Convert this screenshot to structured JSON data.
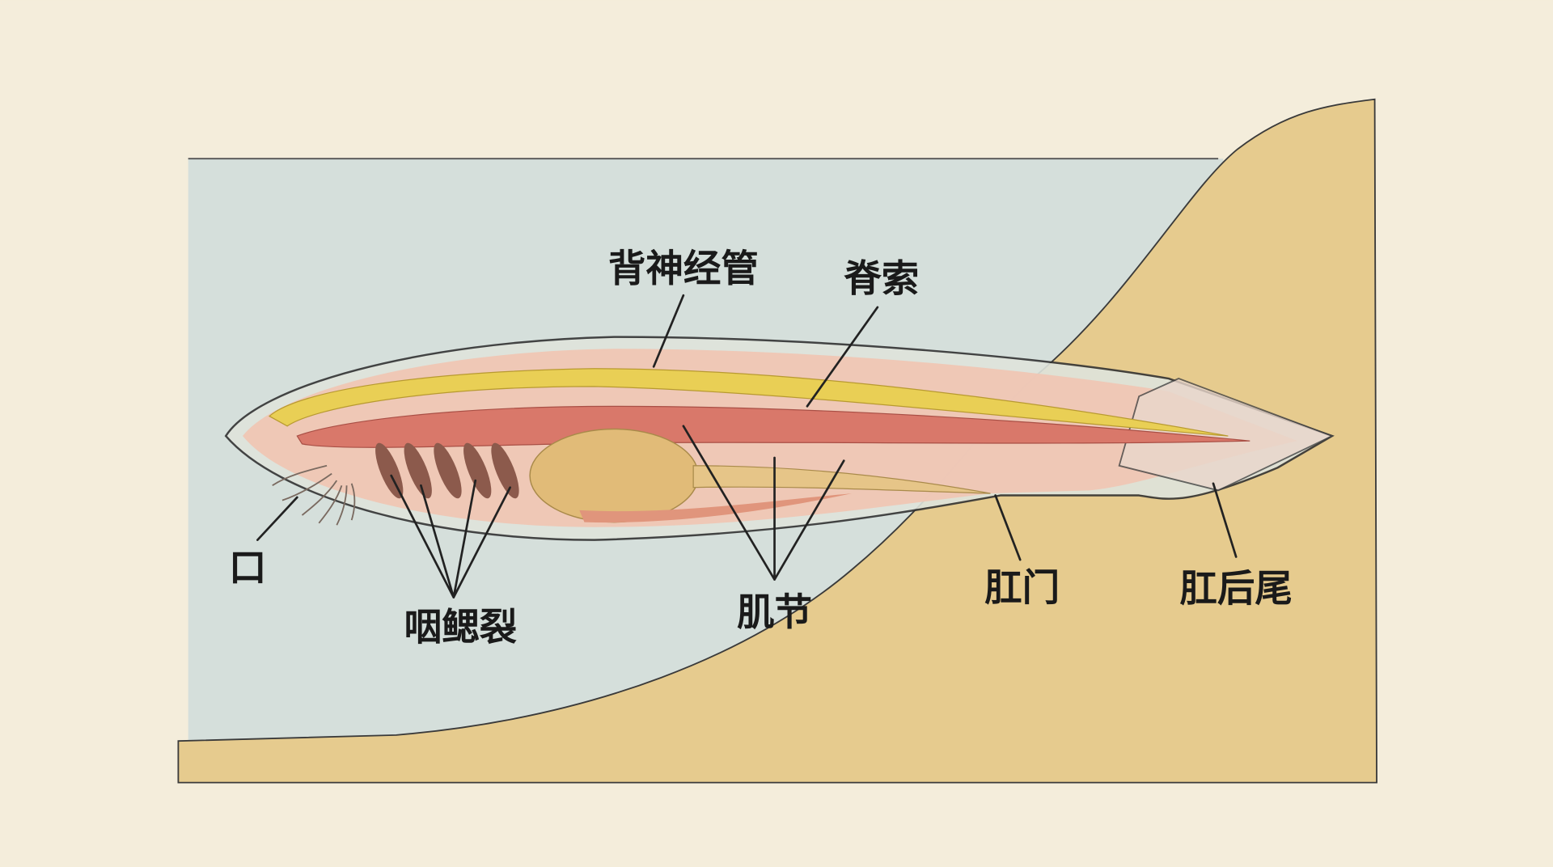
{
  "title": "文昌鱼结构示意图",
  "labels": {
    "nerve_cord": "背神经管",
    "notochord": "脊索",
    "mouth": "口",
    "gill_slits": "咽鳃裂",
    "myomeres": "肌节",
    "anus": "肛门",
    "post_anal_tail": "肛后尾"
  },
  "colors": {
    "paper": "#f4eddb",
    "water": "#cfdcda",
    "sand": "#e6cb8e",
    "body": "#efc6b4",
    "nerve_cord": "#e9cf55",
    "notochord": "#d9786a",
    "gut": "#e1bb78",
    "gill": "#8c5a4c"
  }
}
